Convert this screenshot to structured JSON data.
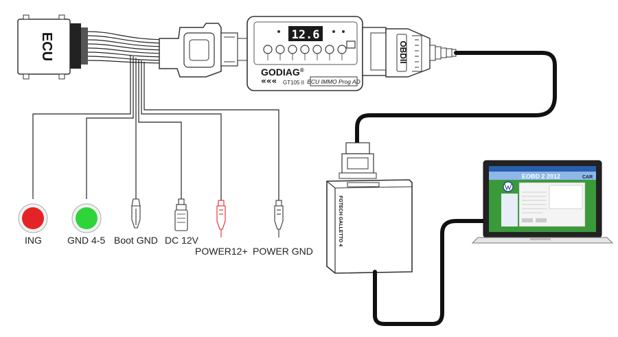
{
  "ecu": {
    "label": "ECU"
  },
  "device": {
    "brand": "GODIAG",
    "brand_mark": "®",
    "model": "GT105 II",
    "name": "ECU IMMO Prog AD",
    "display": "12.6",
    "chevrons": "«««"
  },
  "obd": {
    "label": "OBDII"
  },
  "programmer": {
    "label": "FGTECH GALLETTO 4"
  },
  "laptop": {
    "screen_title": "EOBD 2 2012",
    "screen_tag": "CAR"
  },
  "connectors": [
    {
      "label": "ING",
      "color": "#e42326"
    },
    {
      "label": "GND 4-5",
      "color": "#2fd43a"
    },
    {
      "label": "Boot GND",
      "color": "#dddddd"
    },
    {
      "label": "DC 12V",
      "color": "#dddddd"
    },
    {
      "label": "POWER12+",
      "color": "#e42326"
    },
    {
      "label": "POWER GND",
      "color": "#444444"
    }
  ],
  "colors": {
    "led_red": "#e42326",
    "led_green": "#2fd43a",
    "cable": "#111111",
    "screen_bg": "#3a9a3a"
  }
}
